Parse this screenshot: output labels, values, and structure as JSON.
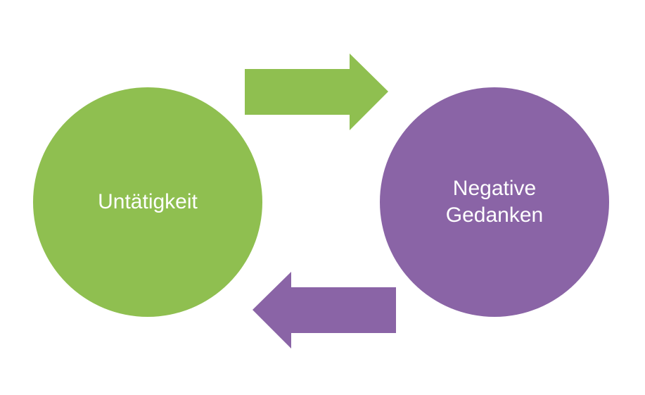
{
  "nodes": [
    {
      "label": "Untätigkeit",
      "color": "#8fbf50"
    },
    {
      "label_line1": "Negative",
      "label_line2": "Gedanken",
      "color": "#8a64a6"
    }
  ],
  "arrows": [
    {
      "direction": "right",
      "color": "#8fbf50"
    },
    {
      "direction": "left",
      "color": "#8a64a6"
    }
  ]
}
